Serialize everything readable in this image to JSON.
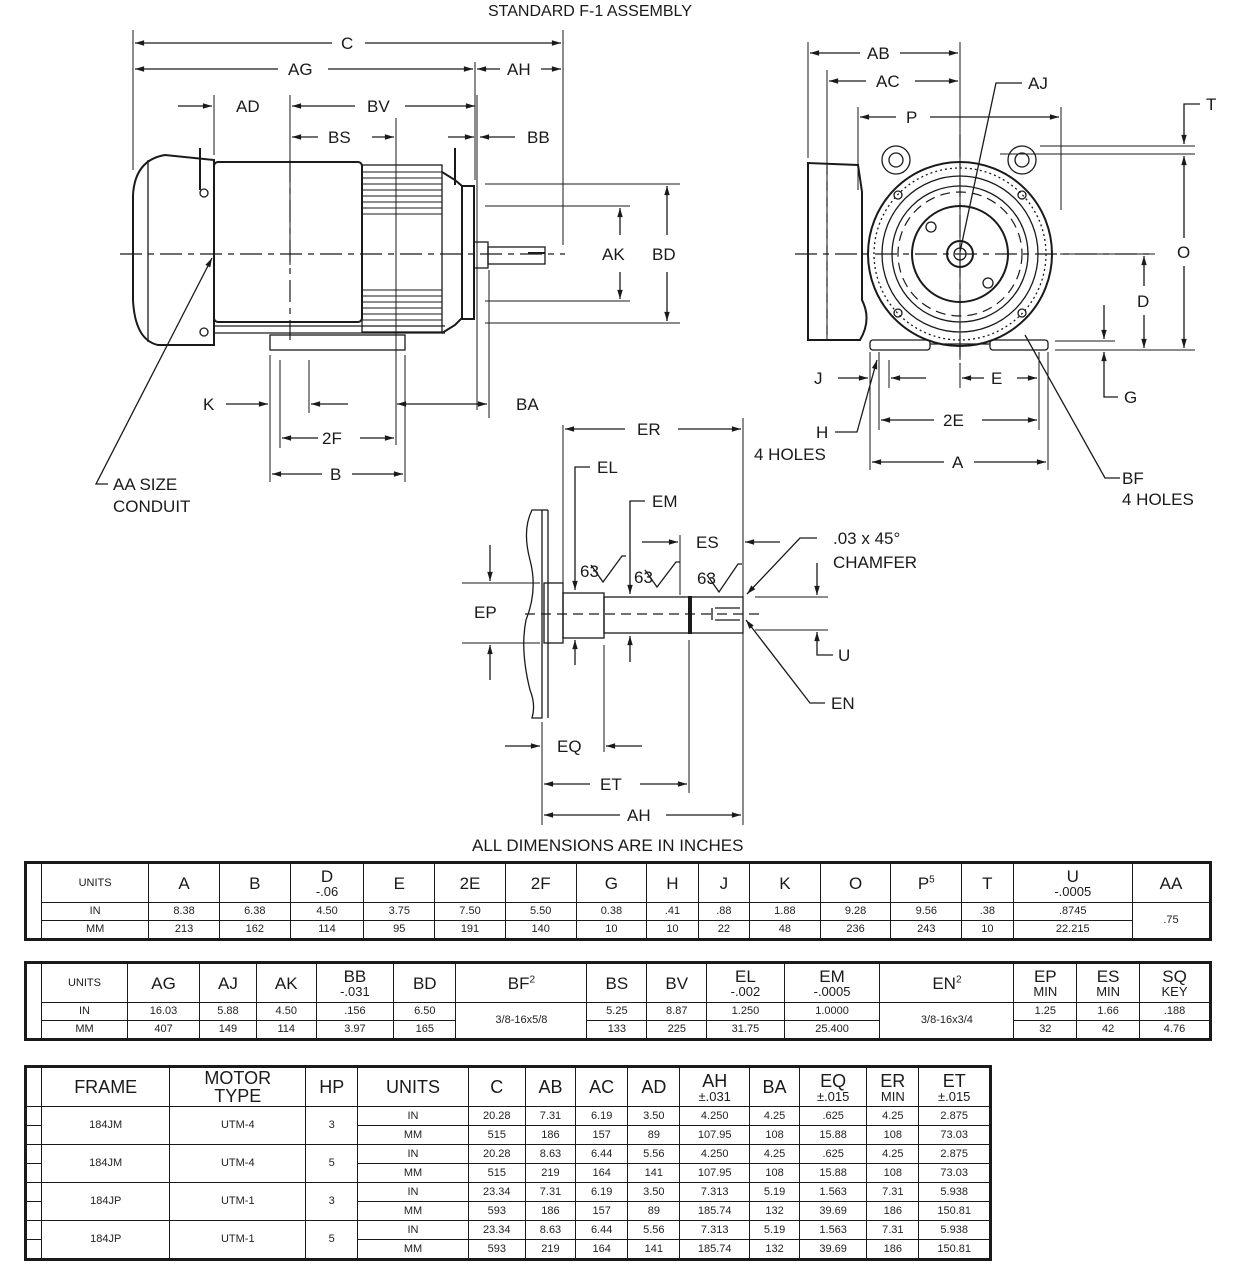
{
  "drawing": {
    "title": "STANDARD F-1 ASSEMBLY",
    "footer_note": "ALL DIMENSIONS ARE IN INCHES",
    "side_view_labels": {
      "C": "C",
      "AG": "AG",
      "AH": "AH",
      "AD": "AD",
      "BV": "BV",
      "BS": "BS",
      "BB": "BB",
      "AK": "AK",
      "BD": "BD",
      "K": "K",
      "BA": "BA",
      "2F": "2F",
      "B": "B",
      "AA_line1": "AA SIZE",
      "AA_line2": "CONDUIT"
    },
    "end_view_labels": {
      "AB": "AB",
      "AC": "AC",
      "P": "P",
      "AJ": "AJ",
      "T": "T",
      "O": "O",
      "D": "D",
      "G": "G",
      "J": "J",
      "E": "E",
      "2E": "2E",
      "A": "A",
      "H_line1": "H",
      "H_line2": "4 HOLES",
      "BF_line1": "BF",
      "BF_line2": "4 HOLES"
    },
    "shaft_detail_labels": {
      "ER": "ER",
      "EL": "EL",
      "EM": "EM",
      "ES": "ES",
      "EP": "EP",
      "EQ": "EQ",
      "ET": "ET",
      "AH": "AH",
      "U": "U",
      "EN": "EN",
      "chamfer_line1": ".03 x 45°",
      "chamfer_line2": "CHAMFER",
      "finish_1": "63",
      "finish_2": "63",
      "finish_3": "63"
    }
  },
  "table1": {
    "headers": [
      {
        "main": "UNITS"
      },
      {
        "main": "A"
      },
      {
        "main": "B"
      },
      {
        "main": "D",
        "sub": "-.06"
      },
      {
        "main": "E"
      },
      {
        "main": "2E"
      },
      {
        "main": "2F"
      },
      {
        "main": "G"
      },
      {
        "main": "H"
      },
      {
        "main": "J"
      },
      {
        "main": "K"
      },
      {
        "main": "O"
      },
      {
        "main": "P",
        "sup": "5"
      },
      {
        "main": "T"
      },
      {
        "main": "U",
        "sub": "-.0005"
      },
      {
        "main": "AA"
      }
    ],
    "rows": [
      [
        "IN",
        "8.38",
        "6.38",
        "4.50",
        "3.75",
        "7.50",
        "5.50",
        "0.38",
        ".41",
        ".88",
        "1.88",
        "9.28",
        "9.56",
        ".38",
        ".8745"
      ],
      [
        "MM",
        "213",
        "162",
        "114",
        "95",
        "191",
        "140",
        "10",
        "10",
        "22",
        "48",
        "236",
        "243",
        "10",
        "22.215"
      ]
    ],
    "merged_AA": ".75"
  },
  "table2": {
    "headers": [
      {
        "main": "UNITS"
      },
      {
        "main": "AG"
      },
      {
        "main": "AJ"
      },
      {
        "main": "AK"
      },
      {
        "main": "BB",
        "sub": "-.031"
      },
      {
        "main": "BD"
      },
      {
        "main": "BF",
        "sup": "2"
      },
      {
        "main": "BS"
      },
      {
        "main": "BV"
      },
      {
        "main": "EL",
        "sub": "-.002"
      },
      {
        "main": "EM",
        "sub": "-.0005"
      },
      {
        "main": "EN",
        "sup": "2"
      },
      {
        "main": "EP",
        "sub": "MIN"
      },
      {
        "main": "ES",
        "sub": "MIN"
      },
      {
        "main": "SQ",
        "sub": "KEY"
      }
    ],
    "rows": [
      {
        "units": "IN",
        "AG": "16.03",
        "AJ": "5.88",
        "AK": "4.50",
        "BB": ".156",
        "BD": "6.50",
        "BS": "5.25",
        "BV": "8.87",
        "EL": "1.250",
        "EM": "1.0000",
        "EP": "1.25",
        "ES": "1.66",
        "SQ_KEY": ".188"
      },
      {
        "units": "MM",
        "AG": "407",
        "AJ": "149",
        "AK": "114",
        "BB": "3.97",
        "BD": "165",
        "BS": "133",
        "BV": "225",
        "EL": "31.75",
        "EM": "25.400",
        "EP": "32",
        "ES": "42",
        "SQ_KEY": "4.76"
      }
    ],
    "merged_BF": "3/8-16x5/8",
    "merged_EN": "3/8-16x3/4"
  },
  "table3": {
    "headers": [
      {
        "main": "FRAME"
      },
      {
        "main": "MOTOR",
        "sub": "TYPE"
      },
      {
        "main": "HP"
      },
      {
        "main": "UNITS"
      },
      {
        "main": "C"
      },
      {
        "main": "AB"
      },
      {
        "main": "AC"
      },
      {
        "main": "AD"
      },
      {
        "main": "AH",
        "sub": "±.031"
      },
      {
        "main": "BA"
      },
      {
        "main": "EQ",
        "sub": "±.015"
      },
      {
        "main": "ER",
        "sub": "MIN"
      },
      {
        "main": "ET",
        "sub": "±.015"
      }
    ],
    "groups": [
      {
        "frame": "184JM",
        "motor_type": "UTM-4",
        "hp": "3",
        "in": [
          "IN",
          "20.28",
          "7.31",
          "6.19",
          "3.50",
          "4.250",
          "4.25",
          ".625",
          "4.25",
          "2.875"
        ],
        "mm": [
          "MM",
          "515",
          "186",
          "157",
          "89",
          "107.95",
          "108",
          "15.88",
          "108",
          "73.03"
        ]
      },
      {
        "frame": "184JM",
        "motor_type": "UTM-4",
        "hp": "5",
        "in": [
          "IN",
          "20.28",
          "8.63",
          "6.44",
          "5.56",
          "4.250",
          "4.25",
          ".625",
          "4.25",
          "2.875"
        ],
        "mm": [
          "MM",
          "515",
          "219",
          "164",
          "141",
          "107.95",
          "108",
          "15.88",
          "108",
          "73.03"
        ]
      },
      {
        "frame": "184JP",
        "motor_type": "UTM-1",
        "hp": "3",
        "in": [
          "IN",
          "23.34",
          "7.31",
          "6.19",
          "3.50",
          "7.313",
          "5.19",
          "1.563",
          "7.31",
          "5.938"
        ],
        "mm": [
          "MM",
          "593",
          "186",
          "157",
          "89",
          "185.74",
          "132",
          "39.69",
          "186",
          "150.81"
        ]
      },
      {
        "frame": "184JP",
        "motor_type": "UTM-1",
        "hp": "5",
        "in": [
          "IN",
          "23.34",
          "8.63",
          "6.44",
          "5.56",
          "7.313",
          "5.19",
          "1.563",
          "7.31",
          "5.938"
        ],
        "mm": [
          "MM",
          "593",
          "219",
          "164",
          "141",
          "185.74",
          "132",
          "39.69",
          "186",
          "150.81"
        ]
      }
    ]
  }
}
